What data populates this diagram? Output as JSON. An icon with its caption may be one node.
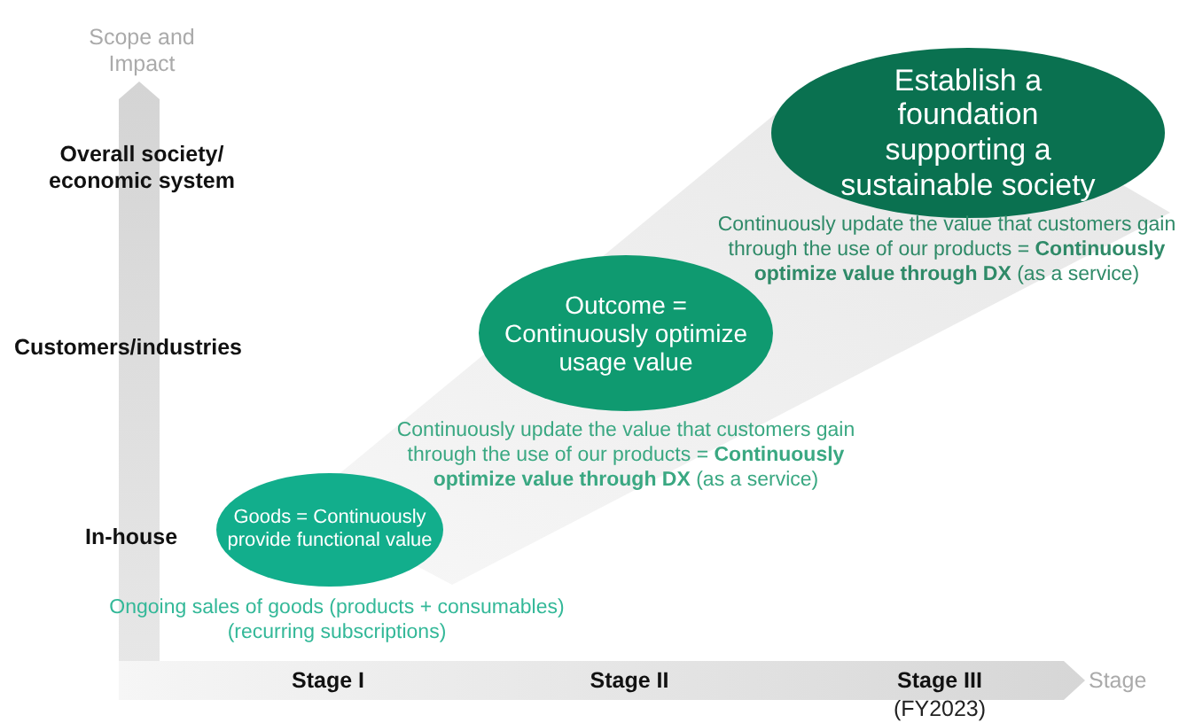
{
  "diagram": {
    "nodes": [
      {
        "text": [
          "Goods = Continuously provide functional value"
        ],
        "beside": [
          "Ongoing sales of goods (products + consumables) (recurring subscriptions)"
        ]
      },
      {
        "text": [
          "Outcome = Continuously optimize usage value"
        ],
        "beside": [
          "Continuously update the value that customers gain through the use of our products = **Continuously optimize value through DX** (as a service)"
        ]
      },
      {
        "text": [
          "Establish a foundation supporting a sustainable society"
        ],
        "beside": [
          "Continuously update the value that customers gain through the use of our products = **Continuously optimize value through DX** (as a service)"
        ]
      }
    ],
    "labels": [
      "Scope and Impact",
      "Overall society/ economic system",
      "Customers/industries",
      "In-house",
      "Stage I",
      "Stage II",
      "Stage III",
      "(FY2023)",
      "Stage"
    ]
  }
}
